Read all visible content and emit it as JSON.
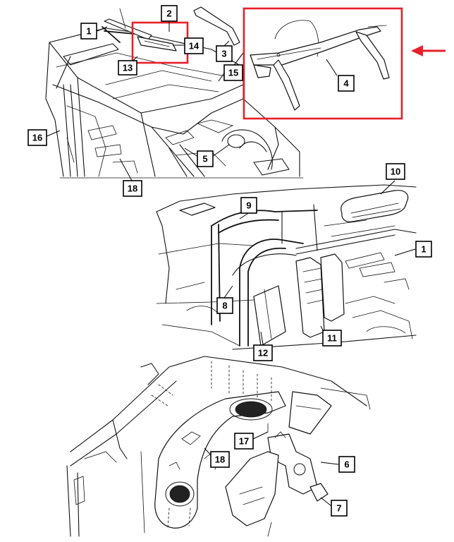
{
  "colors": {
    "highlight": "#e8202a",
    "line": "#111111",
    "background": "#ffffff"
  },
  "callouts": [
    {
      "id": "c1a",
      "label": "1"
    },
    {
      "id": "c2",
      "label": "2"
    },
    {
      "id": "c3",
      "label": "3"
    },
    {
      "id": "c4",
      "label": "4"
    },
    {
      "id": "c5",
      "label": "5"
    },
    {
      "id": "c13",
      "label": "13"
    },
    {
      "id": "c14",
      "label": "14"
    },
    {
      "id": "c15",
      "label": "15"
    },
    {
      "id": "c16",
      "label": "16"
    },
    {
      "id": "c18a",
      "label": "18"
    },
    {
      "id": "c10",
      "label": "10"
    },
    {
      "id": "c9",
      "label": "9"
    },
    {
      "id": "c1b",
      "label": "1"
    },
    {
      "id": "c8",
      "label": "8"
    },
    {
      "id": "c12",
      "label": "12"
    },
    {
      "id": "c11",
      "label": "11"
    },
    {
      "id": "c17",
      "label": "17"
    },
    {
      "id": "c18b",
      "label": "18"
    },
    {
      "id": "c6",
      "label": "6"
    },
    {
      "id": "c7",
      "label": "7"
    }
  ]
}
